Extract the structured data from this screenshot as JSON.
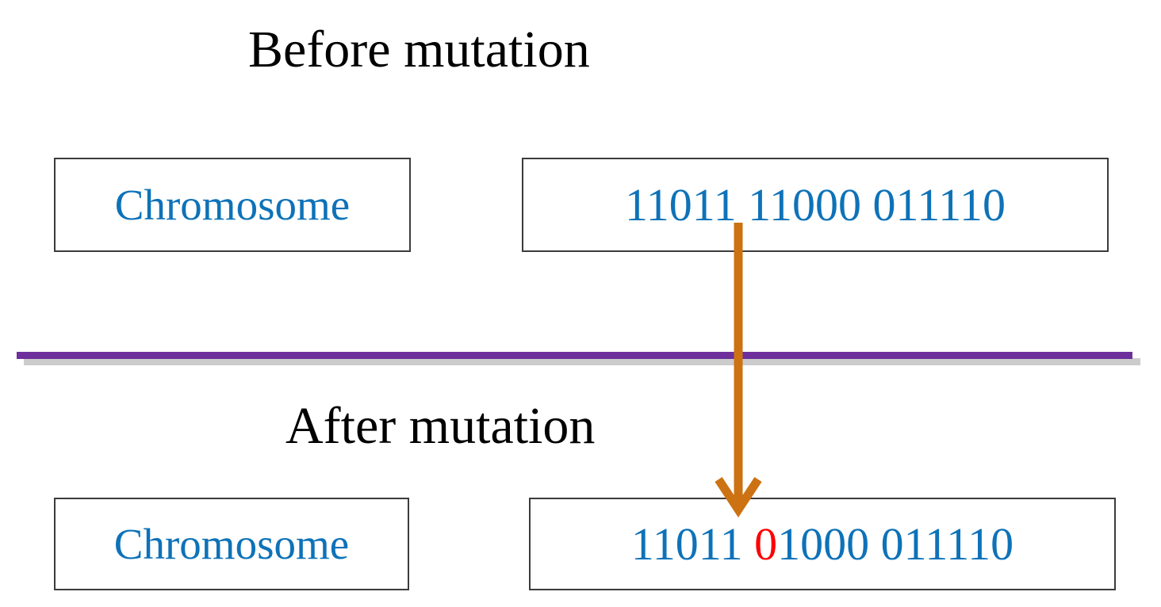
{
  "diagram": {
    "type": "genetic-algorithm-mutation",
    "colors": {
      "chromosome_text": "#0e72b8",
      "mutated_bit": "#ff0000",
      "arrow": "#cc7213",
      "divider": "#6d2f9c",
      "divider_shadow": "#cccccc",
      "box_border": "#3b3b3b",
      "title_text": "#000000",
      "background": "#ffffff"
    }
  },
  "before": {
    "title": "Before mutation",
    "label": "Chromosome",
    "bits_prefix": "11011 1",
    "bits_target": "1",
    "bits_suffix": "000 011110",
    "bits_full": "11011 11000 011110",
    "groups": [
      "11011",
      "11000",
      "011110"
    ]
  },
  "after": {
    "title": "After mutation",
    "label": "Chromosome",
    "bits_prefix": "11011 ",
    "bits_mutated": "0",
    "bits_suffix": "1000 011110",
    "bits_full": "11011 01000 011110",
    "groups": [
      "11011",
      "01000",
      "011110"
    ]
  },
  "arrow": {
    "name": "mutation-arrow",
    "direction": "down",
    "color": "#cc7213",
    "from_label": "before-bit-6",
    "to_label": "after-bit-6"
  }
}
